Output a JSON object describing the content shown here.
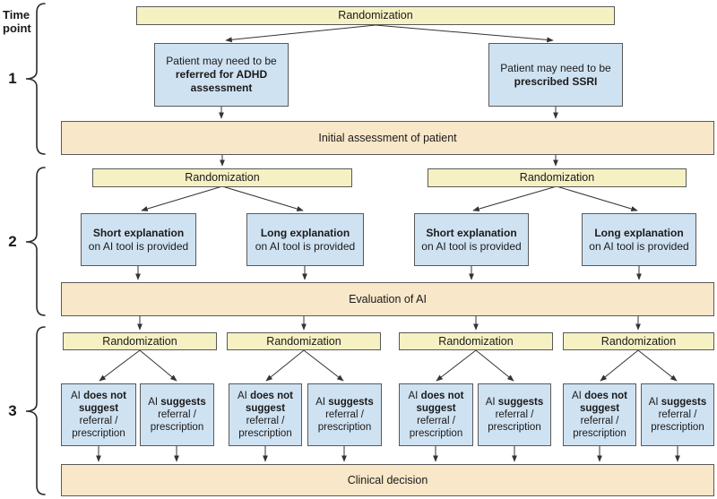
{
  "figure": {
    "type": "study-design-flowchart",
    "title_hint": "Randomization flow across three time points"
  },
  "colors": {
    "background": "#ffffff",
    "randomization_fill": "#f6f1c3",
    "stage_fill": "#f8e7c8",
    "option_fill": "#cfe2f2",
    "border": "#595959",
    "arrow": "#333333",
    "text": "#1a1a1a"
  },
  "legend": {
    "label_line1": "Time",
    "label_line2": "point",
    "timepoints": [
      "1",
      "2",
      "3"
    ]
  },
  "stage1": {
    "randomization": "Randomization",
    "referral_box": {
      "normal": "Patient may need to be",
      "bold": "referred for ADHD assessment"
    },
    "ssri_box": {
      "normal": "Patient may need to be",
      "bold": "prescribed SSRI"
    },
    "band": "Initial assessment of patient"
  },
  "stage2": {
    "randomization": "Randomization",
    "short_box": {
      "bold": "Short explanation",
      "normal": "on AI tool is provided"
    },
    "long_box": {
      "bold": "Long explanation",
      "normal": "on AI tool is provided"
    },
    "band": "Evaluation of AI"
  },
  "stage3": {
    "randomization": "Randomization",
    "no_suggest_box": {
      "pre": "AI ",
      "bold": "does not suggest",
      "post": " referral / prescription"
    },
    "suggest_box": {
      "pre": "AI ",
      "bold": "suggests",
      "post": " referral / prescription"
    },
    "band": "Clinical decision"
  }
}
